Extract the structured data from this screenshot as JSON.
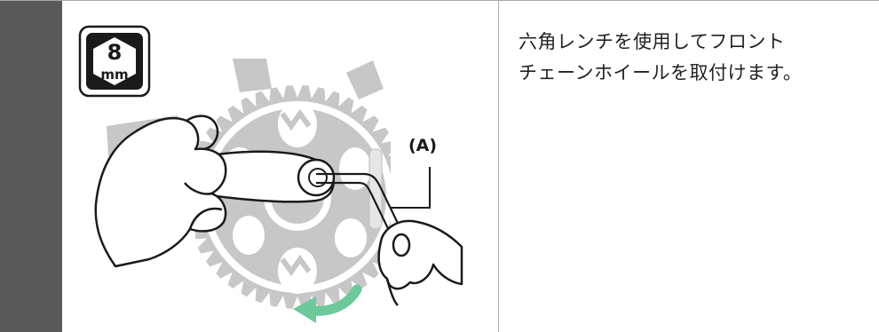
{
  "tool_badge": {
    "size": "8",
    "unit": "mm",
    "icon": "hex-wrench-size-badge"
  },
  "callout": {
    "label": "(A)"
  },
  "instruction": {
    "line1": "六角レンチを使用してフロント",
    "line2": "チェーンホイールを取付けます。"
  },
  "colors": {
    "side_bar": "#595959",
    "chainring": "#c7c7c7",
    "arrow": "#6cc99a",
    "outline": "#1a1a1a"
  }
}
